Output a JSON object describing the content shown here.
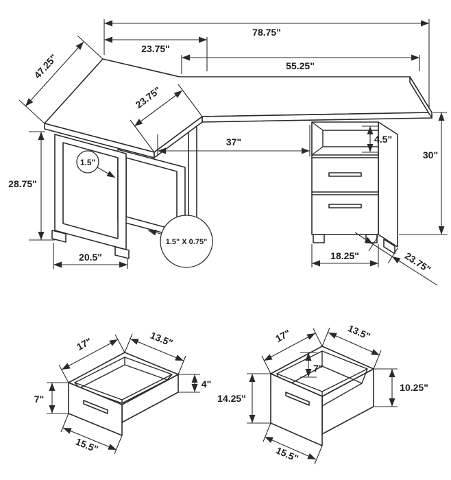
{
  "diagram": {
    "background": "#ffffff",
    "line_color": "#2a2a2a",
    "desk": {
      "overall_width": "78.75\"",
      "left_top_width": "23.75\"",
      "right_top_width": "55.25\"",
      "left_side_depth": "47.25\"",
      "corner_depth": "23.75\"",
      "knee_space": "37\"",
      "shelf_gap": "4.5\"",
      "right_height": "30\"",
      "left_height": "28.75\"",
      "tube_diameter": "1.5\"",
      "tube_size": "1.5\" X 0.75\"",
      "left_base_width": "20.5\"",
      "cabinet_width": "18.25\"",
      "right_side_depth": "23.75\""
    },
    "small_drawer": {
      "top_width": "17\"",
      "top_depth": "13.5\"",
      "front_height": "7\"",
      "side_height": "4\"",
      "bottom_width": "15.5\""
    },
    "file_drawer": {
      "top_width": "17\"",
      "top_depth": "13.5\"",
      "inner_height": "7\"",
      "front_height": "14.25\"",
      "side_height": "10.25\"",
      "bottom_width": "15.5\""
    }
  }
}
